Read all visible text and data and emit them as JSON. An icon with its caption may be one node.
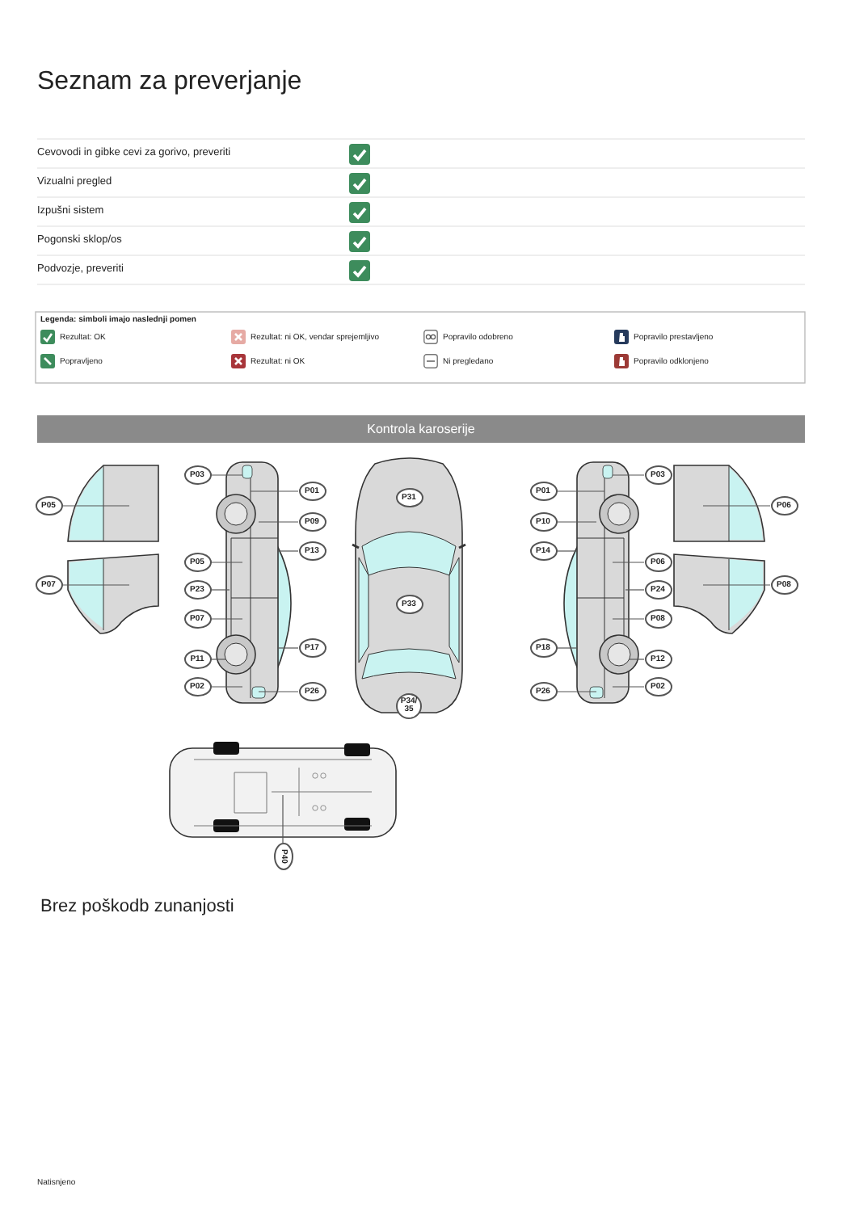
{
  "diagram": {
    "title": "Seznam za preverjanje",
    "nodes": [
      {
        "text": [
          "P05"
        ]
      },
      {
        "text": [
          "P07"
        ]
      },
      {
        "text": [
          "P03"
        ]
      },
      {
        "text": [
          "P01"
        ]
      },
      {
        "text": [
          "P09"
        ]
      },
      {
        "text": [
          "P13"
        ]
      },
      {
        "text": [
          "P05"
        ]
      },
      {
        "text": [
          "P23"
        ]
      },
      {
        "text": [
          "P07"
        ]
      },
      {
        "text": [
          "P17"
        ]
      },
      {
        "text": [
          "P11"
        ]
      },
      {
        "text": [
          "P02"
        ]
      },
      {
        "text": [
          "P26"
        ]
      },
      {
        "text": [
          "P31"
        ]
      },
      {
        "text": [
          "P33"
        ]
      },
      {
        "text": [
          "P34/ 35"
        ]
      },
      {
        "text": [
          "P03"
        ]
      },
      {
        "text": [
          "P01"
        ]
      },
      {
        "text": [
          "P10"
        ]
      },
      {
        "text": [
          "P14"
        ]
      },
      {
        "text": [
          "P06"
        ]
      },
      {
        "text": [
          "P24"
        ]
      },
      {
        "text": [
          "P08"
        ]
      },
      {
        "text": [
          "P18"
        ]
      },
      {
        "text": [
          "P12"
        ]
      },
      {
        "text": [
          "P02"
        ]
      },
      {
        "text": [
          "P26"
        ]
      },
      {
        "text": [
          "P06"
        ]
      },
      {
        "text": [
          "P08"
        ]
      },
      {
        "text": [
          "P40"
        ]
      }
    ],
    "edges": [
      {
        "from": 0,
        "to": null,
        "arrow": "none"
      },
      {
        "from": 1,
        "to": null,
        "arrow": "none"
      },
      {
        "from": 2,
        "to": null,
        "arrow": "none"
      },
      {
        "from": 3,
        "to": null,
        "arrow": "none"
      },
      {
        "from": 4,
        "to": null,
        "arrow": "none"
      },
      {
        "from": 5,
        "to": null,
        "arrow": "none"
      },
      {
        "from": 6,
        "to": null,
        "arrow": "none"
      },
      {
        "from": 7,
        "to": null,
        "arrow": "none"
      },
      {
        "from": 8,
        "to": null,
        "arrow": "none"
      },
      {
        "from": 9,
        "to": null,
        "arrow": "none"
      },
      {
        "from": 10,
        "to": null,
        "arrow": "none"
      },
      {
        "from": 11,
        "to": null,
        "arrow": "none"
      },
      {
        "from": 12,
        "to": null,
        "arrow": "none"
      },
      {
        "from": 16,
        "to": null,
        "arrow": "none"
      },
      {
        "from": 17,
        "to": null,
        "arrow": "none"
      },
      {
        "from": 18,
        "to": null,
        "arrow": "none"
      },
      {
        "from": 19,
        "to": null,
        "arrow": "none"
      },
      {
        "from": 20,
        "to": null,
        "arrow": "none"
      },
      {
        "from": 21,
        "to": null,
        "arrow": "none"
      },
      {
        "from": 22,
        "to": null,
        "arrow": "none"
      },
      {
        "from": 23,
        "to": null,
        "arrow": "none"
      },
      {
        "from": 24,
        "to": null,
        "arrow": "none"
      },
      {
        "from": 25,
        "to": null,
        "arrow": "none"
      },
      {
        "from": 26,
        "to": null,
        "arrow": "none"
      },
      {
        "from": 27,
        "to": null,
        "arrow": "none"
      },
      {
        "from": 28,
        "to": null,
        "arrow": "none"
      },
      {
        "from": 29,
        "to": null,
        "arrow": "none"
      }
    ],
    "labels": [
      "Cevovodi in gibke cevi za gorivo, preveriti",
      "Vizualni pregled",
      "Izpušni sistem",
      "Pogonski sklop/os",
      "Podvozje, preveriti",
      "Legenda: simboli imajo naslednji pomen",
      "Kontrola karoserije",
      "Brez poškodb zunanjosti",
      "Natisnjeno"
    ],
    "legend": [
      {
        "text": "Rezultat: OK"
      },
      {
        "text": "Rezultat: ni OK, vendar sprejemljivo"
      },
      {
        "text": "Popravilo odobreno"
      },
      {
        "text": "Popravilo prestavljeno"
      },
      {
        "text": "Popravljeno"
      },
      {
        "text": "Rezultat: ni OK"
      },
      {
        "text": "Ni pregledano"
      },
      {
        "text": "Popravilo odklonjeno"
      }
    ]
  }
}
